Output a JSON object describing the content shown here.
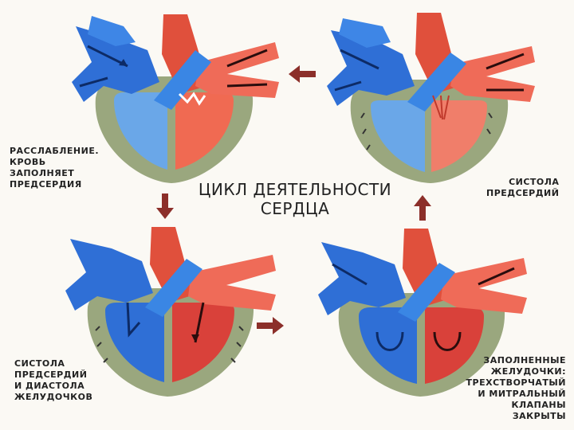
{
  "title": {
    "line1": "ЦИКЛ ДЕЯТЕЛЬНОСТИ",
    "line2": "СЕРДЦА"
  },
  "captions": {
    "top_left": [
      "РАССЛАБЛЕНИЕ.",
      "КРОВЬ",
      "ЗАПОЛНЯЕТ",
      "ПРЕДСЕРДИЯ"
    ],
    "top_right": [
      "СИСТОЛА",
      "ПРЕДСЕРДИЙ"
    ],
    "bottom_left": [
      "СИСТОЛА",
      "ПРЕДСЕРДИЙ",
      "И ДИАСТОЛА",
      "ЖЕЛУДОЧКОВ"
    ],
    "bottom_right": [
      "ЗАПОЛНЕННЫЕ",
      "ЖЕЛУДОЧКИ:",
      "ТРЕХСТВОРЧАТЫЙ",
      "И МИТРАЛЬНЫЙ",
      "КЛАПАНЫ",
      "ЗАКРЫТЫ"
    ]
  },
  "colors": {
    "venous_blue": "#2f6fd6",
    "arterial_red": "#e0503c",
    "wall": "#9aa77e",
    "arrow": "#8c2f2a"
  }
}
